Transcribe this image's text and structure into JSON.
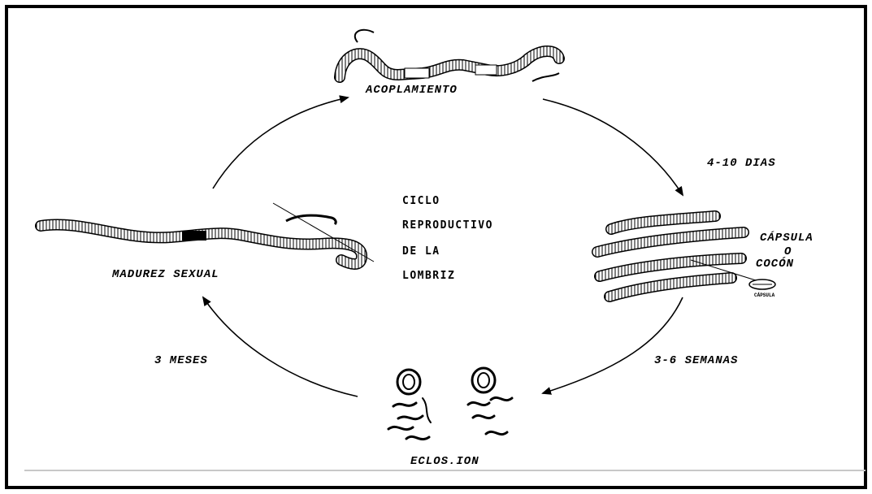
{
  "colors": {
    "ink": "#000000",
    "background": "#ffffff",
    "rule": "#c8c8c8"
  },
  "diagram": {
    "center_title": {
      "line1": "CICLO",
      "line2": "REPRODUCTIVO",
      "line3": "DE LA",
      "line4": "LOMBRIZ"
    },
    "stages": {
      "top": "ACOPLAMIENTO",
      "right_line1": "CÁPSULA",
      "right_line2": "O",
      "right_line3": "COCÓN",
      "right_small": "CÁPSULA",
      "bottom": "ECLOS.ION",
      "left": "MADUREZ SEXUAL"
    },
    "durations": {
      "top_right": "4-10 DIAS",
      "bottom_right": "3-6 SEMANAS",
      "bottom_left": "3 MESES"
    },
    "icons": [
      "mating-worms-icon",
      "worms-with-cocoon-icon",
      "hatching-cocoons-icon",
      "mature-worm-icon",
      "cycle-arrow-icon"
    ]
  }
}
